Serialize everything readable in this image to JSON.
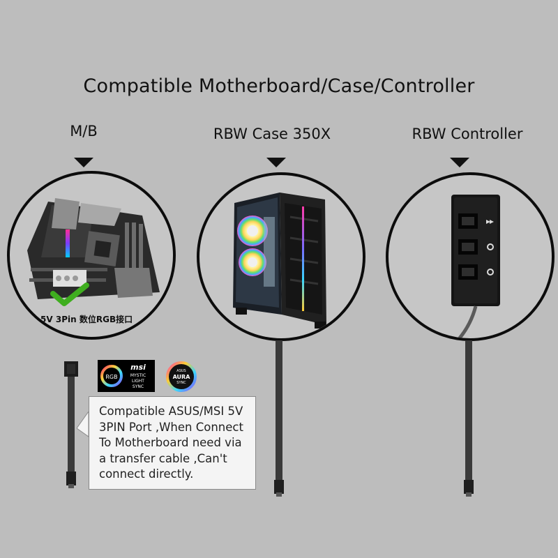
{
  "title": "Compatible Motherboard/Case/Controller",
  "columns": [
    {
      "label": "M/B"
    },
    {
      "label": "RBW Case 350X"
    },
    {
      "label": "RBW Controller"
    }
  ],
  "motherboard_caption": "+5V 3Pin 数位RGB接口",
  "logos": {
    "msi_rgb": "RGB",
    "msi_brand": "msi",
    "msi_line1": "MYSTIC",
    "msi_line2": "LIGHT",
    "msi_line3": "SYNC",
    "asus_brand": "ASUS",
    "asus_aura": "AURA",
    "asus_sync": "SYNC"
  },
  "callout": {
    "lines": [
      "Compatible ASUS/MSI 5V",
      "3PIN Port ,When Connect",
      "To Motherboard need via",
      "a transfer cable ,Can't",
      "connect directly."
    ]
  },
  "colors": {
    "background": "#bdbdbd",
    "ring": "#0c0c0c",
    "check": "#3fae1f"
  }
}
